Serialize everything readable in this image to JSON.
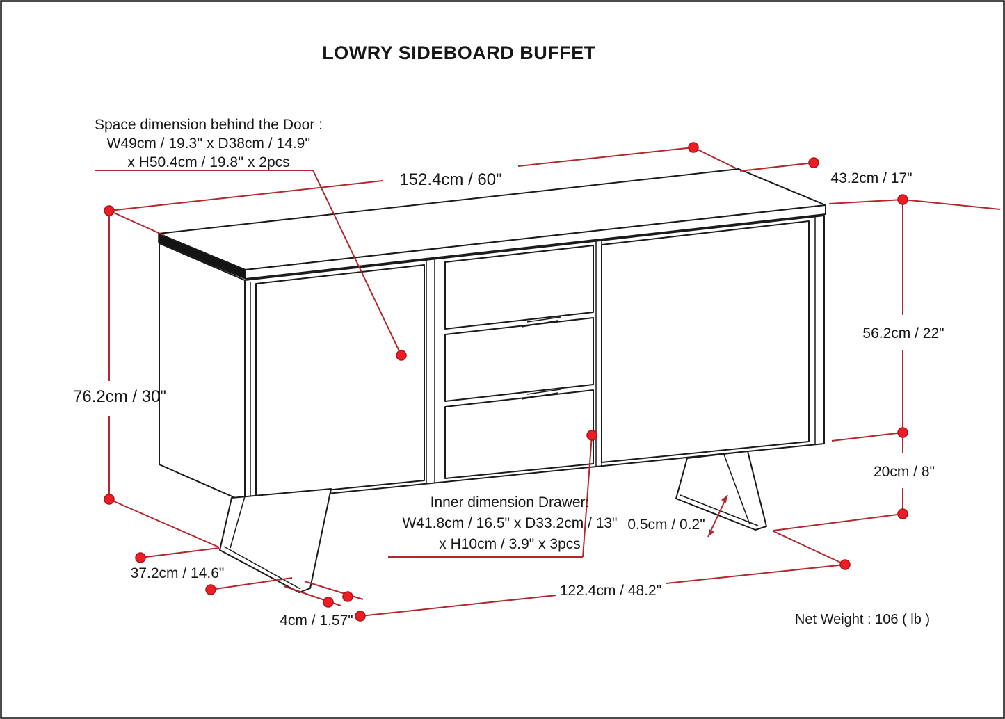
{
  "product": {
    "title": "LOWRY SIDEBOARD BUFFET",
    "net_weight": "Net Weight : 106 ( lb )"
  },
  "dimensions": {
    "overall_width": "152.4cm / 60\"",
    "overall_depth": "43.2cm / 17\"",
    "overall_height": "76.2cm / 30\"",
    "door_panel_height": "56.2cm / 22\"",
    "leg_height": "20cm / 8\"",
    "leg_plate_thickness": "0.5cm / 0.2\"",
    "leg_footprint_depth": "37.2cm / 14.6\"",
    "leg_inset": "4cm / 1.57\"",
    "leg_span": "122.4cm / 48.2\""
  },
  "notes": {
    "door_space": {
      "line1": "Space dimension behind the Door :",
      "line2": "W49cm / 19.3'' x D38cm / 14.9''",
      "line3": "x H50.4cm / 19.8'' x 2pcs"
    },
    "drawer_space": {
      "line1": "Inner dimension Drawer:",
      "line2": "W41.8cm / 16.5\" x D33.2cm / 13\"",
      "line3": "x H10cm / 3.9\" x 3pcs"
    }
  },
  "colors": {
    "outline": "#1a1a1a",
    "dimension_line": "#b3282d",
    "dot": "#ee1c25"
  }
}
